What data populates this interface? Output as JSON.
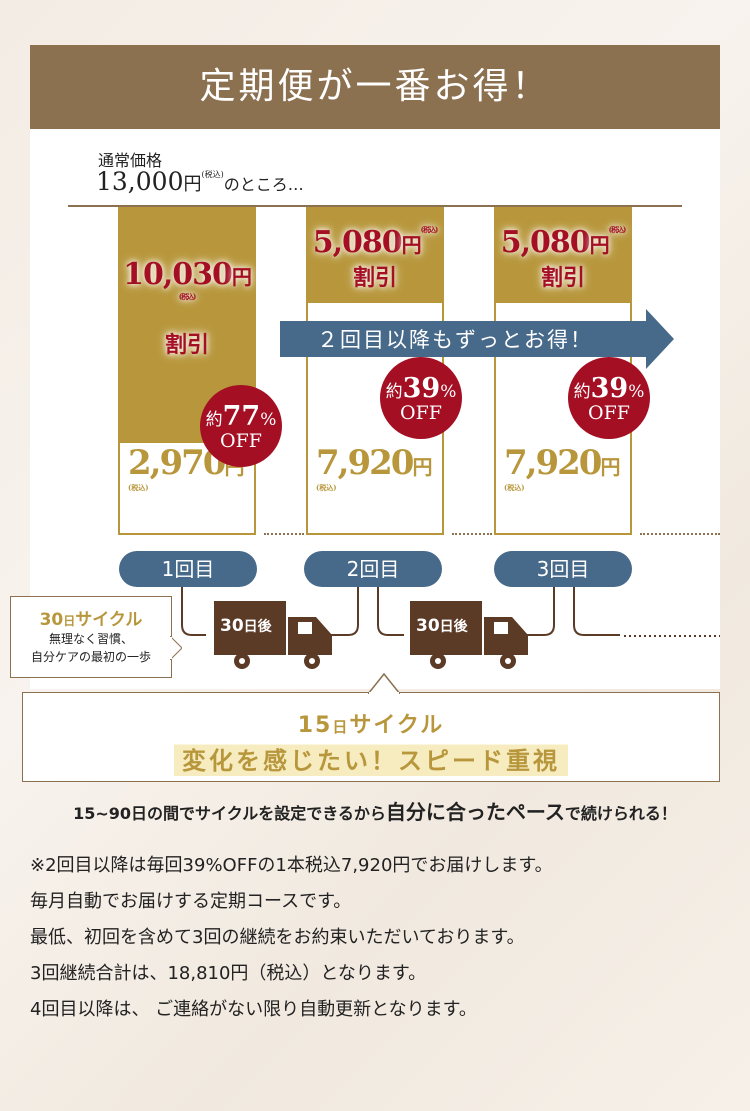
{
  "header": {
    "title": "定期便が一番お得！"
  },
  "normal": {
    "label": "通常価格",
    "price": "13,000",
    "yen": "円",
    "tax": "(税込)",
    "suffix": "のところ…"
  },
  "columns": [
    {
      "discount": "10,030",
      "yen": "円",
      "tax": "(税込)",
      "word": "割引",
      "badge_pre": "約",
      "badge_num": "77",
      "badge_pct": "%",
      "badge_off": "OFF",
      "price": "2,970",
      "price_yen": "円",
      "price_tax": "(税込)",
      "pill": "1回目"
    },
    {
      "discount": "5,080",
      "yen": "円",
      "tax": "(税込)",
      "word": "割引",
      "badge_pre": "約",
      "badge_num": "39",
      "badge_pct": "%",
      "badge_off": "OFF",
      "price": "7,920",
      "price_yen": "円",
      "price_tax": "(税込)",
      "pill": "2回目"
    },
    {
      "discount": "5,080",
      "yen": "円",
      "tax": "(税込)",
      "word": "割引",
      "badge_pre": "約",
      "badge_num": "39",
      "badge_pct": "%",
      "badge_off": "OFF",
      "price": "7,920",
      "price_yen": "円",
      "price_tax": "(税込)",
      "pill": "3回目"
    }
  ],
  "arrow": {
    "text": "２回目以降もずっとお得！"
  },
  "trucks": [
    {
      "num": "30",
      "unit": "日後"
    },
    {
      "num": "30",
      "unit": "日後"
    }
  ],
  "cycle30": {
    "num": "30",
    "unit": "日",
    "word": "サイクル",
    "line1": "無理なく習慣、",
    "line2": "自分ケアの最初の一歩"
  },
  "cycle15": {
    "num": "15",
    "unit": "日",
    "word": "サイクル",
    "highlight": "変化を感じたい！スピード重視"
  },
  "tagline": {
    "part1": "15~90日の間でサイクルを設定できるから",
    "part2": "自分に合ったペース",
    "part3": "で続けられる！"
  },
  "notes": [
    "※2回目以降は毎回39%OFFの1本税込7,920円でお届けします。",
    "毎月自動でお届けする定期コースです。",
    "最低、初回を含めて3回の継続をお約束いただいております。",
    "3回継続合計は、18,810円（税込）となります。",
    "4回目以降は、 ご連絡がない限り自動更新となります。"
  ],
  "colors": {
    "brown": "#8c7150",
    "gold": "#b8973c",
    "red": "#a40f24",
    "blue": "#47698a",
    "truck": "#5b3a26"
  }
}
